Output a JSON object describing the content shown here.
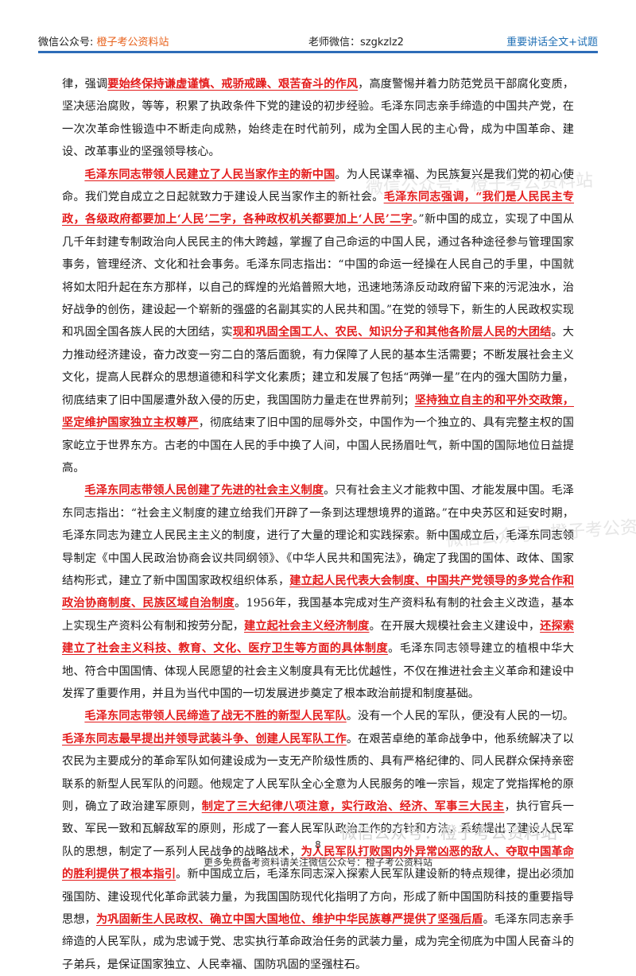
{
  "header": {
    "left_prefix": "微信公众号:",
    "left_site": "橙子考公资料站",
    "center": "老师微信：szgkzlz2",
    "right": "重要讲话全文+试题"
  },
  "paragraphs": [
    [
      {
        "t": "律，强调"
      },
      {
        "t": "要始终保持谦虚谨慎、戒骄戒躁、艰苦奋斗的作风",
        "hl": true
      },
      {
        "t": "，高度警惕并着力防范党员干部腐化变质，坚决惩治腐败，等等，积累了执政条件下党的建设的初步经验。毛泽东同志亲手缔造的中国共产党，在一次次革命性锻造中不断走向成熟，始终走在时代前列，成为全国人民的主心骨，成为中国革命、建设、改革事业的坚强领导核心。"
      }
    ],
    [
      {
        "t": "毛泽东同志带领人民建立了人民当家作主的新中国",
        "hl": true
      },
      {
        "t": "。为人民谋幸福、为民族复兴是我们党的初心使命。我们党自成立之日起就致力于建设人民当家作主的新社会。"
      },
      {
        "t": "毛泽东同志强调，“我们是人民民主专政，各级政府都要加上‘人民’二字，各种政权机关都要加上‘人民’二字",
        "hl": true
      },
      {
        "t": "。”新中国的成立，实现了中国从几千年封建专制政治向人民民主的伟大跨越，掌握了自己命运的中国人民，通过各种途径参与管理国家事务，管理经济、文化和社会事务。毛泽东同志指出：“中国的命运一经操在人民自己的手里，中国就将如太阳升起在东方那样，以自己的辉煌的光焰普照大地，迅速地荡涤反动政府留下来的污泥浊水，治好战争的创伤，建设起一个崭新的强盛的名副其实的人民共和国。”在党的领导下，新生的人民政权实现和巩固全国各族人民的大团结，实"
      },
      {
        "t": "现和巩固全国工人、农民、知识分子和其他各阶层人民的大团结",
        "hl": true
      },
      {
        "t": "。大力推动经济建设，奋力改变一穷二白的落后面貌，有力保障了人民的基本生活需要；不断发展社会主义文化，提高人民群众的思想道德和科学文化素质；建立和发展了包括“两弹一星”在内的强大国防力量，彻底结束了旧中国屡遭外敌入侵的历史，我国国防力量走在世界前列；"
      },
      {
        "t": "坚持独立自主的和平外交政策，坚定维护国家独立主权尊严",
        "hl": true
      },
      {
        "t": "，彻底结束了旧中国的屈辱外交，中国作为一个独立的、具有完整主权的国家屹立于世界东方。古老的中国在人民的手中换了人间，中国人民扬眉吐气，新中国的国际地位日益提高。"
      }
    ],
    [
      {
        "t": "毛泽东同志带领人民创建了先进的社会主义制度",
        "hl": true
      },
      {
        "t": "。只有社会主义才能救中国、才能发展中国。毛泽东同志指出：“社会主义制度的建立给我们开辟了一条到达理想境界的道路。”在中央苏区和延安时期，毛泽东同志为建立人民民主主义的制度，进行了大量的理论和实践探索。新中国成立后，毛泽东同志领导制定《中国人民政治协商会议共同纲领》、《中华人民共和国宪法》，确定了我国的国体、政体、国家结构形式，建立了新中国国家政权组织体系，"
      },
      {
        "t": "建立起人民代表大会制度、中国共产党领导的多党合作和政治协商制度、民族区域自治制度",
        "hl": true
      },
      {
        "t": "。1956年，我国基本完成对生产资料私有制的社会主义改造，基本上实现生产资料公有制和按劳分配，"
      },
      {
        "t": "建立起社会主义经济制度",
        "hl": true
      },
      {
        "t": "。在开展大规模社会主义建设中，"
      },
      {
        "t": "还探索建立了社会主义科技、教育、文化、医疗卫生等方面的具体制度",
        "hl": true
      },
      {
        "t": "。毛泽东同志领导建立的植根中华大地、符合中国国情、体现人民愿望的社会主义制度具有无比优越性，不仅在推进社会主义革命和建设中发挥了重要作用，并且为当代中国的一切发展进步奠定了根本政治前提和制度基础。"
      }
    ],
    [
      {
        "t": "毛泽东同志带领人民缔造了战无不胜的新型人民军队",
        "hl": true
      },
      {
        "t": "。没有一个人民的军队，便没有人民的一切。"
      },
      {
        "t": "毛泽东同志最早提出并领导武装斗争、创建人民军队工作",
        "hl": true
      },
      {
        "t": "。在艰苦卓绝的革命战争中，他系统解决了以农民为主要成分的革命军队如何建设成为一支无产阶级性质的、具有严格纪律的、同人民群众保持亲密联系的新型人民军队的问题。他规定了人民军队全心全意为人民服务的唯一宗旨，规定了党指挥枪的原则，确立了政治建军原则，"
      },
      {
        "t": "制定了三大纪律八项注意，实行政治、经济、军事三大民主",
        "hl": true
      },
      {
        "t": "，执行官兵一致、军民一致和瓦解敌军的原则，形成了一套人民军队政治工作的方针和方法，系统提出了建设人民军队的思想，制定了一系列人民战争的战略战术，"
      },
      {
        "t": "为人民军队打败国内外异常凶恶的敌人、夺取中国革命的胜利提供了根本指引",
        "hl": true
      },
      {
        "t": "。新中国成立后，毛泽东同志深入探索人民军队建设新的特点规律，提出必须加强国防、建设现代化革命武装力量，为我国国防现代化指明了方向，形成了新中国国防科技的重要指导思想，"
      },
      {
        "t": "为巩固新生人民政权、确立中国大国地位、维护中华民族尊严提供了坚强后盾",
        "hl": true
      },
      {
        "t": "。毛泽东同志亲手缔造的人民军队，成为忠诚于党、忠实执行革命政治任务的武装力量，成为完全彻底为中国人民奋斗的子弟兵，是保证国家独立、人民幸福、国防巩固的坚强柱石。"
      }
    ]
  ],
  "watermarks": [
    "微信公众号：橙子考公资料站",
    "微信公众号：橙子考公资料站"
  ],
  "bottom_watermark": "微信公众号：橙子考公资料站",
  "page_number": "8",
  "footer": "更多免费备考资料请关注微信公众号：橙子考公资料站"
}
